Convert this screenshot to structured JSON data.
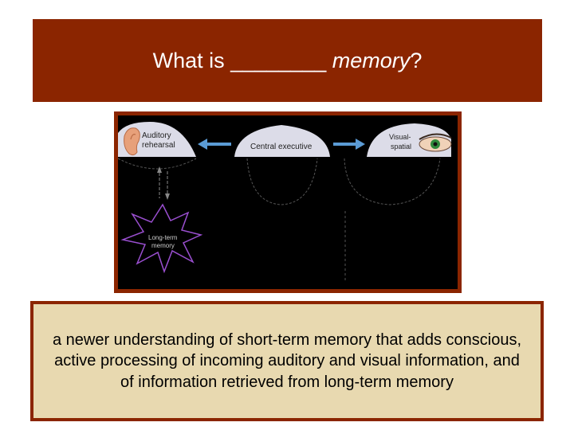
{
  "slide": {
    "title_prefix": "What is ________ ",
    "title_emphasis": "memory",
    "title_suffix": "?",
    "definition": "a newer understanding of short-term memory that adds conscious, active processing of incoming auditory and visual information, and of information retrieved from long-term memory"
  },
  "diagram": {
    "auditory_line1": "Auditory",
    "auditory_line2": "rehearsal",
    "central_executive": "Central executive",
    "visual_line1": "Visual-",
    "visual_line2": "spatial",
    "long_term_line1": "Long-term",
    "long_term_line2": "memory",
    "colors": {
      "frame": "#8b2500",
      "dome": "#dcdce8",
      "arrow": "#5b9bd5"
    },
    "icons": [
      "ear-icon",
      "eye-icon"
    ]
  }
}
